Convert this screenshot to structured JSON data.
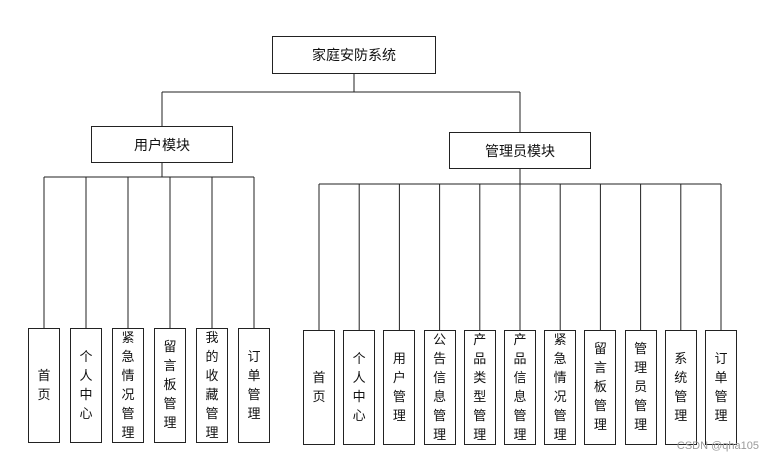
{
  "root": {
    "label": "家庭安防系统"
  },
  "user_module": {
    "label": "用户模块",
    "children": [
      "首页",
      "个人中心",
      "紧急情况管理",
      "留言板管理",
      "我的收藏管理",
      "订单管理"
    ]
  },
  "admin_module": {
    "label": "管理员模块",
    "children": [
      "首页",
      "个人中心",
      "用户管理",
      "公告信息管理",
      "产品类型管理",
      "产品信息管理",
      "紧急情况管理",
      "留言板管理",
      "管理员管理",
      "系统管理",
      "订单管理"
    ]
  },
  "watermark": "CSDN @qha105"
}
